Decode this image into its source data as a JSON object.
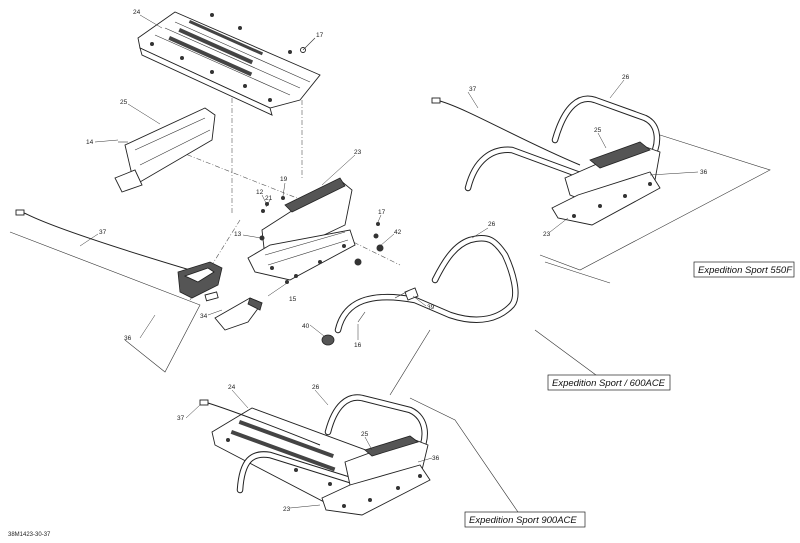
{
  "diagram": {
    "drawing_code": "38M1423-30-37",
    "variant_labels": {
      "sport_550f": "Expedition Sport 550F",
      "sport_600ace": "Expedition Sport / 600ACE",
      "sport_900ace": "Expedition Sport 900ACE"
    },
    "callouts": {
      "c24a": "24",
      "c17a": "17",
      "c25a": "25",
      "c14": "14",
      "c23a": "23",
      "c19": "19",
      "c12": "12",
      "c21": "21",
      "c17b": "17",
      "c13": "13",
      "c42": "42",
      "c37a": "37",
      "c15": "15",
      "c34": "34",
      "c36a": "36",
      "c26b": "26",
      "c39": "39",
      "c40": "40",
      "c16": "16",
      "c37b": "37",
      "c26a": "26",
      "c25b": "25",
      "c36b": "36",
      "c23b": "23",
      "c24b": "24",
      "c37c": "37",
      "c26c": "26",
      "c25c": "25",
      "c36c": "36",
      "c23c": "23"
    }
  }
}
